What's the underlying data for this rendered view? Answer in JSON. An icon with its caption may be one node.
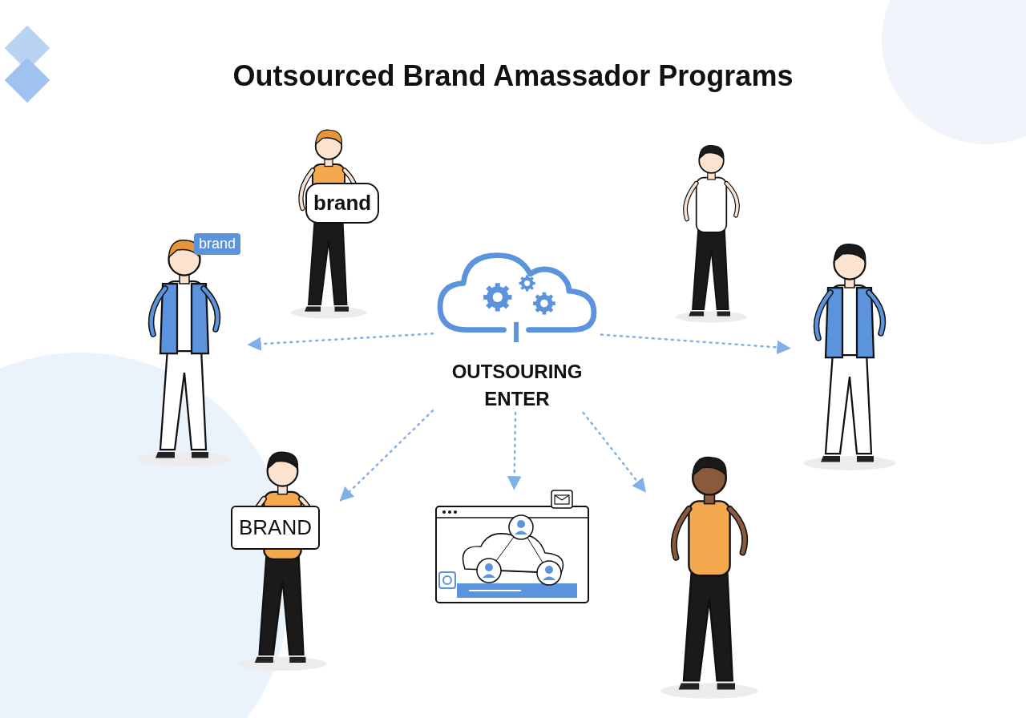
{
  "diagram": {
    "title": "Outsourced Brand Amassador Programs",
    "nodes": [
      {
        "text": [
          "brand"
        ]
      },
      {
        "text": [],
        "shape": "person"
      },
      {
        "text": [
          "brand"
        ]
      },
      {
        "text": [
          "OUTSOURING ENTER"
        ]
      },
      {
        "text": [],
        "shape": "person"
      },
      {
        "text": [
          "BRAND"
        ]
      },
      {
        "text": [],
        "shape": "picture"
      },
      {
        "text": [],
        "shape": "person"
      }
    ],
    "edges": [
      {
        "from": 3,
        "to": 2,
        "arrow": "to",
        "style": "dashed"
      },
      {
        "from": 3,
        "to": 4,
        "arrow": "to",
        "style": "dashed"
      },
      {
        "from": 3,
        "to": 5,
        "arrow": "to",
        "style": "dashed"
      },
      {
        "from": 3,
        "to": 6,
        "arrow": "to",
        "style": "dashed"
      },
      {
        "from": 3,
        "to": 7,
        "arrow": "to",
        "style": "dashed"
      }
    ]
  }
}
